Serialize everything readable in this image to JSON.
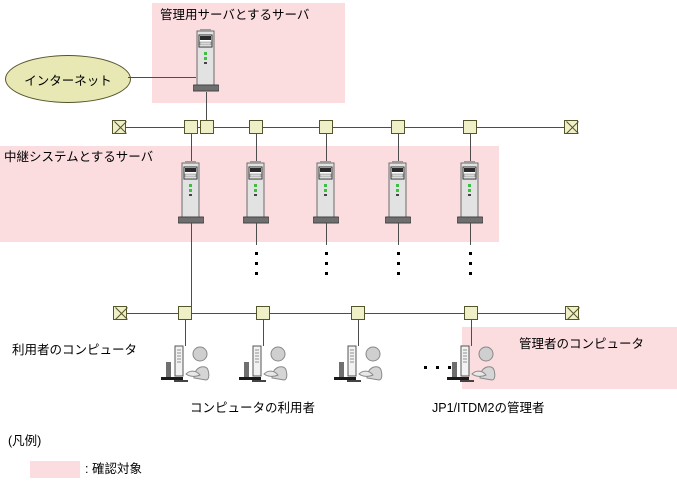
{
  "diagram": {
    "title_hidden": "",
    "colors": {
      "highlight": "#fbdde0",
      "node_fill": "#efefc8",
      "node_stroke": "#55552b",
      "cloud_fill": "#e8e8b4",
      "line": "#4d4d4d",
      "server_body": "#e2e2e2",
      "server_base": "#6f6f6f"
    },
    "cloud": {
      "label": "インターネット"
    },
    "regions": [
      {
        "id": "mgmt-server-region",
        "label": "管理用サーバとするサーバ"
      },
      {
        "id": "relay-server-region",
        "label": "中継システムとするサーバ"
      },
      {
        "id": "admin-computer-region",
        "label": "管理者のコンピュータ"
      }
    ],
    "labels": {
      "management_server": "管理用サーバとするサーバ",
      "relay_system_server": "中継システムとするサーバ",
      "user_computer": "利用者のコンピュータ",
      "admin_computer": "管理者のコンピュータ",
      "computer_users": "コンピュータの利用者",
      "jp1_admin": "JP1/ITDM2の管理者"
    },
    "legend": {
      "title": "(凡例)",
      "entry_text": ": 確認対象"
    },
    "counts": {
      "management_servers": 1,
      "relay_servers": 5,
      "user_workstations": 3,
      "admin_workstations": 1,
      "bus_lines": 2
    }
  }
}
